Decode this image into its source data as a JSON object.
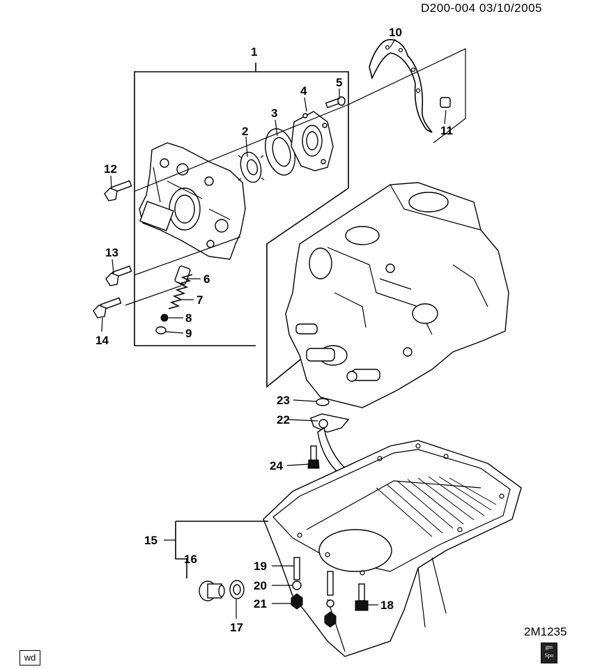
{
  "header": {
    "doc_code": "D200-004  03/10/2005"
  },
  "footer": {
    "ref_code": "2M1235",
    "wd_label": "wd",
    "badge_line1": "gm",
    "badge_line2": "Spo"
  },
  "callouts": {
    "c1": "1",
    "c2": "2",
    "c3": "3",
    "c4": "4",
    "c5": "5",
    "c6": "6",
    "c7": "7",
    "c8": "8",
    "c9": "9",
    "c10": "10",
    "c11": "11",
    "c12": "12",
    "c13": "13",
    "c14": "14",
    "c15": "15",
    "c16": "16",
    "c17": "17",
    "c18": "18",
    "c19": "19",
    "c20": "20",
    "c21": "21",
    "c22": "22",
    "c23": "23",
    "c24": "24"
  }
}
